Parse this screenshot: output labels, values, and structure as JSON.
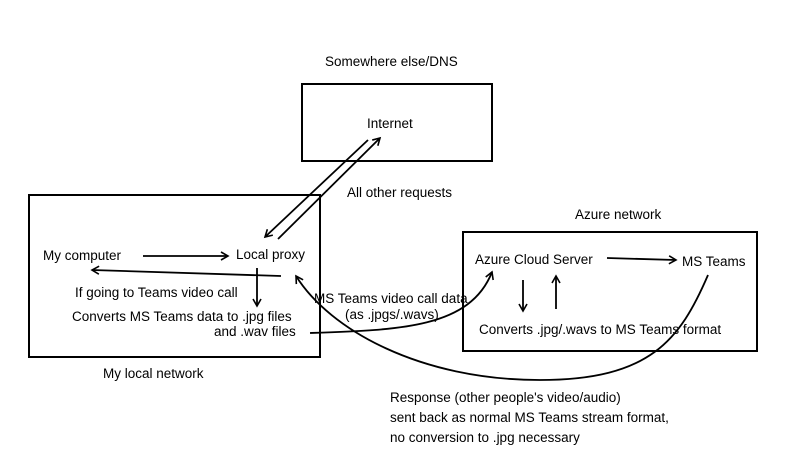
{
  "regions": {
    "dns": {
      "label": "Somewhere else/DNS"
    },
    "local": {
      "label": "My local network"
    },
    "azure": {
      "label": "Azure network"
    }
  },
  "nodes": {
    "internet": "Internet",
    "my_computer": "My computer",
    "local_proxy": "Local proxy",
    "azure_server": "Azure Cloud Server",
    "ms_teams": "MS Teams"
  },
  "annotations": {
    "all_other": "All other requests",
    "if_teams": "If going to Teams video call",
    "converts_local_1": "Converts MS Teams data to .jpg files",
    "converts_local_2": "and .wav files",
    "video_data_1": "MS Teams video call data",
    "video_data_2": "(as .jpgs/.wavs)",
    "converts_azure": "Converts .jpg/.wavs to MS Teams format",
    "response_1": "Response (other people's video/audio)",
    "response_2": "sent back as normal MS Teams stream format,",
    "response_3": "no conversion to .jpg necessary"
  },
  "style": {
    "stroke": "#000000",
    "background": "#ffffff"
  }
}
